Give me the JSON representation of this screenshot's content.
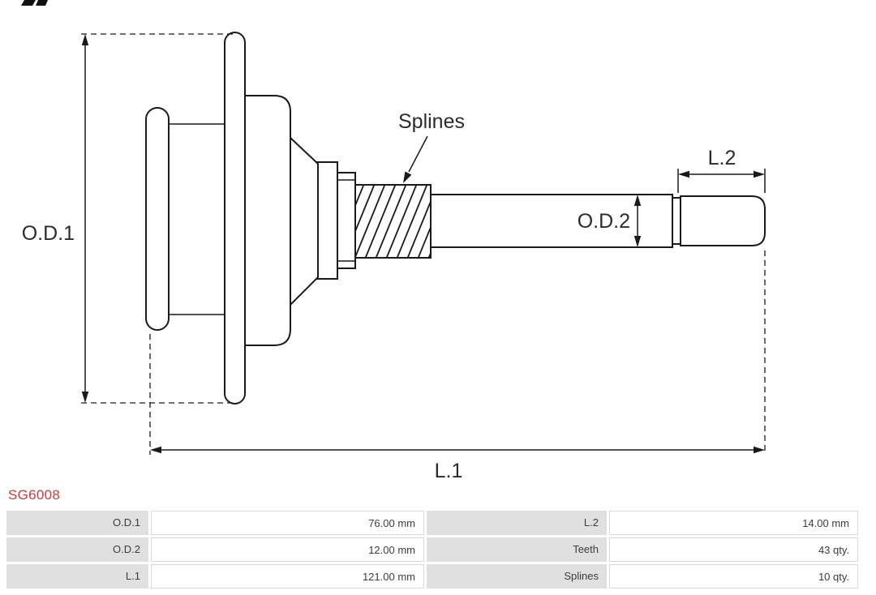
{
  "part": {
    "number": "SG6008"
  },
  "diagram": {
    "labels": {
      "od1": "O.D.1",
      "od2": "O.D.2",
      "l1": "L.1",
      "l2": "L.2",
      "splines": "Splines"
    }
  },
  "table": {
    "rows": [
      {
        "cells": [
          "O.D.1",
          "76.00 mm",
          "L.2",
          "14.00 mm"
        ]
      },
      {
        "cells": [
          "O.D.2",
          "12.00 mm",
          "Teeth",
          "43 qty."
        ]
      },
      {
        "cells": [
          "L.1",
          "121.00 mm",
          "Splines",
          "10 qty."
        ]
      }
    ]
  },
  "colors": {
    "part_number": "#cc3b3b",
    "line": "#1a1a1a",
    "table_label_bg": "#e0e0e0",
    "table_border": "#d9d9d9"
  }
}
